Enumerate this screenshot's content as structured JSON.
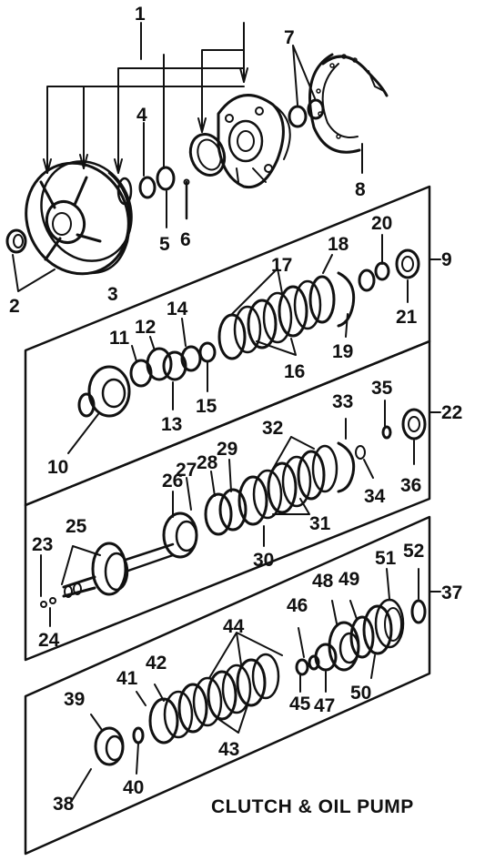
{
  "diagram": {
    "title": "CLUTCH & OIL PUMP",
    "callouts": [
      "1",
      "2",
      "3",
      "4",
      "5",
      "6",
      "7",
      "8",
      "9",
      "10",
      "11",
      "12",
      "13",
      "14",
      "15",
      "16",
      "17",
      "18",
      "19",
      "20",
      "21",
      "22",
      "23",
      "24",
      "25",
      "26",
      "27",
      "28",
      "29",
      "30",
      "31",
      "32",
      "33",
      "34",
      "35",
      "36",
      "37",
      "38",
      "39",
      "40",
      "41",
      "42",
      "43",
      "44",
      "45",
      "46",
      "47",
      "48",
      "49",
      "50",
      "51",
      "52"
    ]
  },
  "colors": {
    "ink": "#111111",
    "paper": "#ffffff"
  }
}
